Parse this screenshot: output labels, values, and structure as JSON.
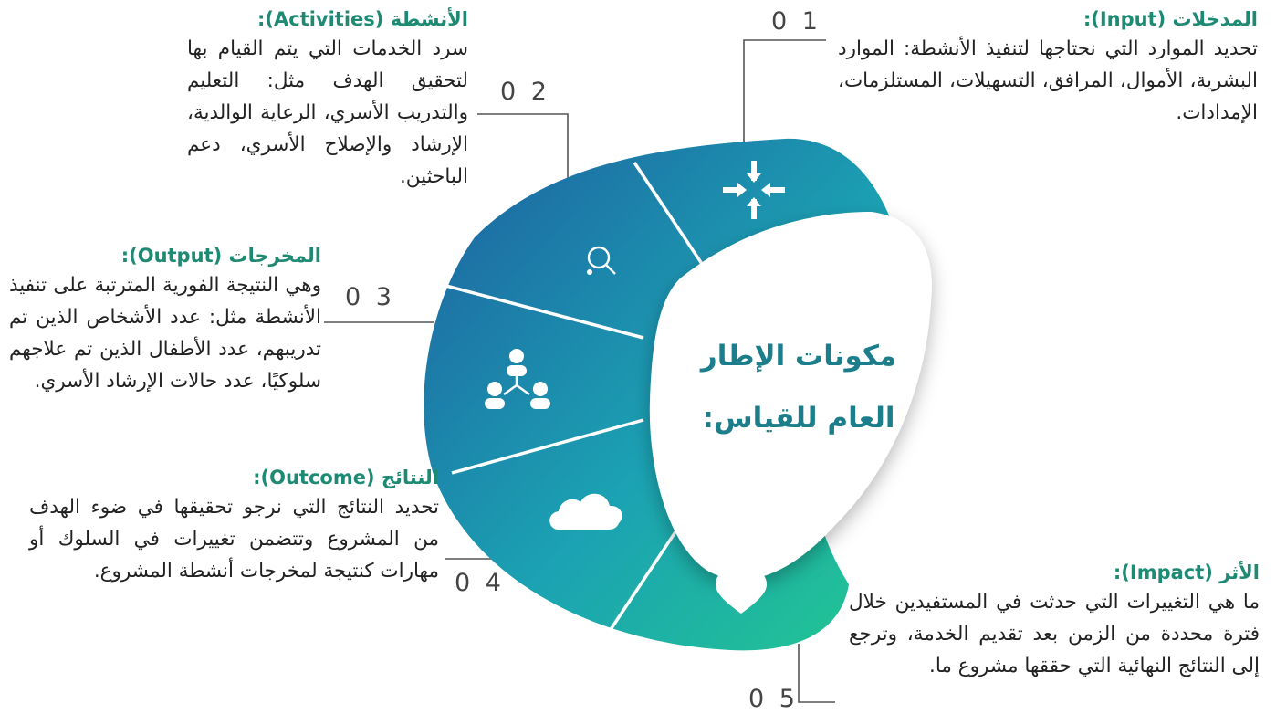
{
  "center": {
    "line1": "مكونات الإطار",
    "line2": "العام للقياس:"
  },
  "items": [
    {
      "num": "0 1",
      "heading": "المدخلات (Input):",
      "body": "تحديد الموارد التي نحتاجها لتنفيذ الأنشطة: الموارد البشرية، الأموال، المرافق، التسهيلات، المستلزمات، الإمدادات.",
      "icon": "arrows-inward-icon"
    },
    {
      "num": "0 2",
      "heading": "الأنشطة (Activities):",
      "body": "سرد الخدمات التي يتم القيام بها لتحقيق الهدف مثل: التعليم والتدريب الأسري، الرعاية الوالدية، الإرشاد والإصلاح الأسري، دعم الباحثين.",
      "icon": "ping-pong-icon"
    },
    {
      "num": "0 3",
      "heading": "المخرجات (Output):",
      "body": "وهي النتيجة الفورية المترتبة على تنفيذ الأنشطة مثل: عدد الأشخاص الذين تم تدريبهم، عدد الأطفال الذين تم علاجهم سلوكيًا، عدد حالات الإرشاد الأسري.",
      "icon": "people-network-icon"
    },
    {
      "num": "0 4",
      "heading": "النتائج (Outcome):",
      "body": "تحديد النتائج التي نرجو تحقيقها في ضوء الهدف من المشروع وتتضمن تغييرات في السلوك أو مهارات كنتيجة لمخرجات أنشطة المشروع.",
      "icon": "cloud-icon"
    },
    {
      "num": "0 5",
      "heading": "الأثر (Impact):",
      "body": "ما هي التغييرات التي حدثت في المستفيدين خلال فترة محددة من الزمن بعد تقديم الخدمة، وترجع إلى النتائج النهائية التي حققها مشروع ما.",
      "icon": "heart-icon"
    }
  ],
  "colors": {
    "teal_dark": "#1e6fa6",
    "teal_mid": "#1c9fb0",
    "green": "#23c48e",
    "heading": "#1f8a73",
    "accent_line": "#1a7fb5"
  }
}
